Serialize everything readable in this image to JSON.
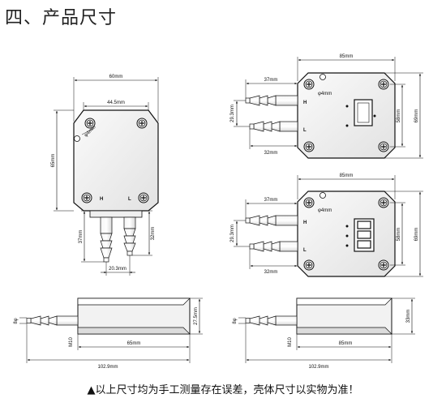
{
  "heading": "四、产品尺寸",
  "footnote": "▲以上尺寸均为手工测量存在误差，壳体尺寸以实物为准！",
  "left_view": {
    "width_total": "60mm",
    "width_inner": "44.5mm",
    "height": "65mm",
    "hole": "φ4mm",
    "port_h": "H",
    "port_l": "L",
    "port_left_len": "37mm",
    "port_right_len": "32mm",
    "port_spacing": "20.3mm"
  },
  "right_top_view": {
    "width": "85mm",
    "port_len": "37mm",
    "port_spacing": "29.3mm",
    "hole": "φ4mm",
    "inner_height": "58mm",
    "outer_height": "69mm",
    "port_h": "H",
    "port_l": "L",
    "port_l_len": "32mm"
  },
  "right_mid_view": {
    "width": "85mm",
    "port_len": "37mm",
    "port_spacing": "29.3mm",
    "hole": "φ4mm",
    "inner_height": "58mm",
    "outer_height": "69mm",
    "port_h": "H",
    "port_l": "L",
    "port_l_len": "32mm"
  },
  "side_left": {
    "pipe_dia": "8φ",
    "height": "27.5mm",
    "offset": "M10",
    "body_len": "65mm",
    "total_len": "102.9mm"
  },
  "side_right": {
    "pipe_dia": "8φ",
    "height": "33mm",
    "offset": "M10",
    "body_len": "85mm",
    "total_len": "102.9mm"
  }
}
